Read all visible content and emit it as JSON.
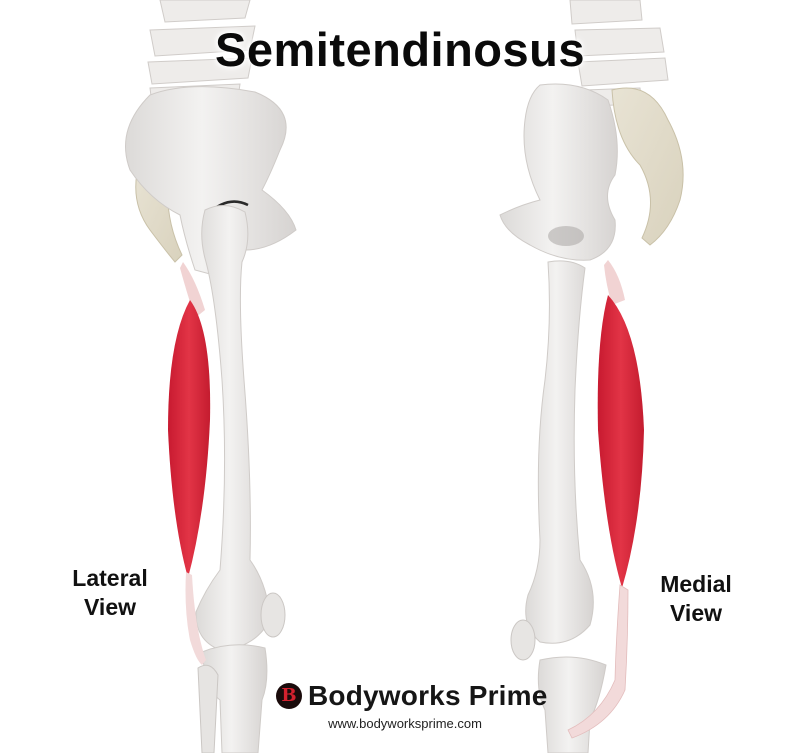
{
  "title": "Semitendinosus",
  "views": {
    "left": {
      "label_line1": "Lateral",
      "label_line2": "View"
    },
    "right": {
      "label_line1": "Medial",
      "label_line2": "View"
    }
  },
  "brand": {
    "logo_glyph": "B",
    "name": "Bodyworks Prime",
    "url": "www.bodyworksprime.com"
  },
  "colors": {
    "muscle": "#d9243a",
    "bone": "#ecebe9",
    "sacrum": "#e4dfcf",
    "tendon": "#f2d6d6",
    "background": "#ffffff"
  }
}
